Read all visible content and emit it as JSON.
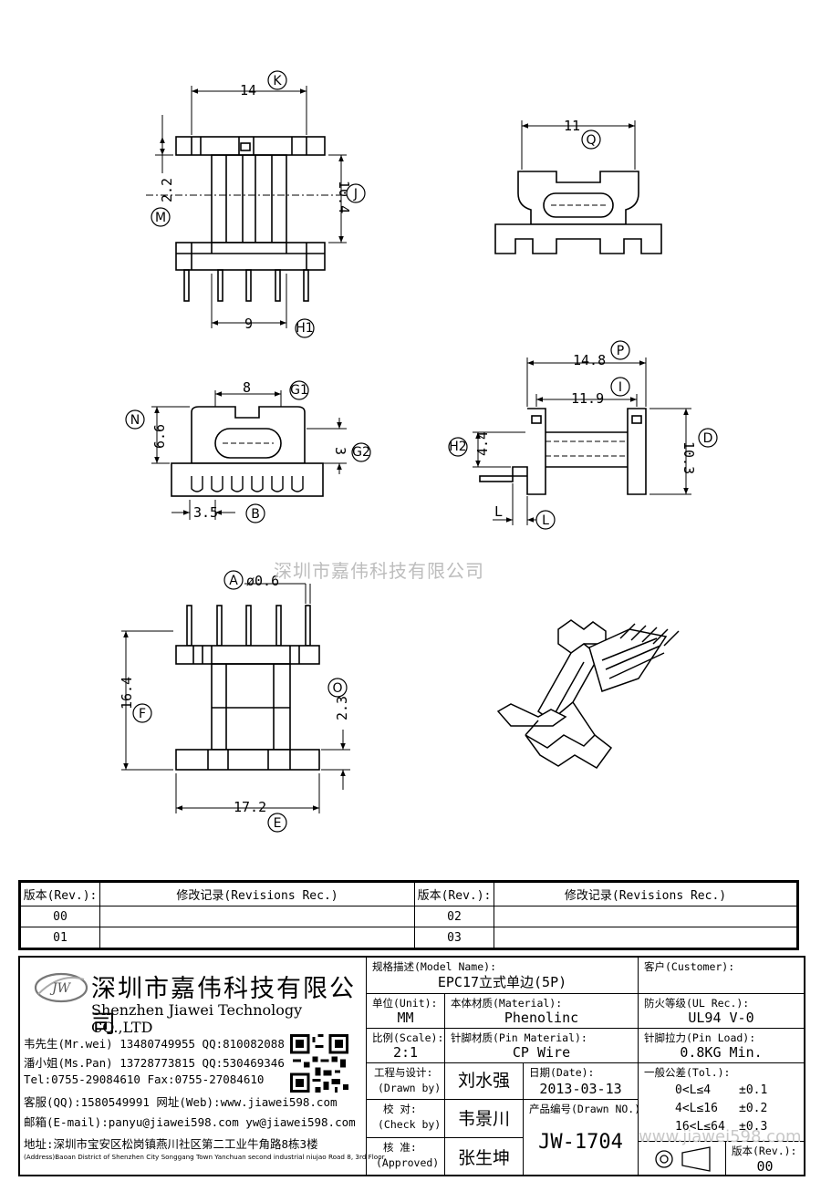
{
  "dims": {
    "k_value": "14",
    "k_label": "K",
    "j_value": "10.4",
    "j_label": "J",
    "m_value": "2.2",
    "m_label": "M",
    "h1_value": "9",
    "h1_label": "H1",
    "q_value": "11",
    "q_label": "Q",
    "g1_value": "8",
    "g1_label": "G1",
    "n_value": "6.6",
    "n_label": "N",
    "g2_value": "3",
    "g2_label": "G2",
    "b_value": "3.5",
    "b_label": "B",
    "p_value": "14.8",
    "p_label": "P",
    "i_value": "11.9",
    "i_label": "I",
    "h2_value": "4.4",
    "h2_label": "H2",
    "d_value": "10.3",
    "d_label": "D",
    "l_value": "L",
    "l_label": "L",
    "a_value": "ø0.6",
    "a_label": "A",
    "f_value": "16.4",
    "f_label": "F",
    "o_value": "2.3",
    "o_label": "O",
    "e_value": "17.2",
    "e_label": "E"
  },
  "watermark": "深圳市嘉伟科技有限公司",
  "watermark_url": "www.jiawei598.com",
  "revisions": {
    "col_rev": "版本(Rev.):",
    "col_rec": "修改记录(Revisions Rec.)",
    "rows": [
      {
        "left_rev": "00",
        "left_rec": "",
        "right_rev": "02",
        "right_rec": ""
      },
      {
        "left_rev": "01",
        "left_rec": "",
        "right_rev": "03",
        "right_rec": ""
      }
    ]
  },
  "company": {
    "logo_text": "JW",
    "name_cn": "深圳市嘉伟科技有限公司",
    "name_en": "Shenzhen Jiawei Technology CO.,LTD",
    "contacts": [
      "韦先生(Mr.wei) 13480749955 QQ:810082088",
      "潘小姐(Ms.Pan) 13728773815 QQ:530469346",
      "Tel:0755-29084610      Fax:0755-27084610",
      "客服(QQ):1580549991   网址(Web):www.jiawei598.com",
      "邮箱(E-mail):panyu@jiawei598.com  yw@jiawei598.com"
    ],
    "address_cn": "地址:深圳市宝安区松岗镇燕川社区第二工业牛角路8栋3楼",
    "address_en": "(Address)Baoan District of Shenzhen City Songgang Town Yanchuan second industrial niujao Road 8, 3rd Floor"
  },
  "title_block": {
    "model_caption": "规格描述(Model Name):",
    "model_value": "EPC17立式单边(5P)",
    "customer_caption": "客户(Customer):",
    "customer_value": "",
    "unit_caption": "单位(Unit):",
    "unit_value": "MM",
    "material_caption": "本体材质(Material):",
    "material_value": "Phenolinc",
    "ul_caption": "防火等级(UL Rec.):",
    "ul_value": "UL94 V-0",
    "scale_caption": "比例(Scale):",
    "scale_value": "2:1",
    "pin_caption": "针脚材质(Pin Material):",
    "pin_value": "CP Wire",
    "load_caption": "针脚拉力(Pin Load):",
    "load_value": "0.8KG Min.",
    "drawn_caption": "工程与设计:",
    "drawn_caption_en": "(Drawn by)",
    "drawn_value": "刘水强",
    "date_caption": "日期(Date):",
    "date_value": "2013-03-13",
    "check_caption": "校  对:",
    "check_caption_en": "(Check by)",
    "check_value": "韦景川",
    "drawno_caption": "产品编号(Drawn NO.):",
    "drawno_value": "JW-1704",
    "approved_caption": "核  准:",
    "approved_caption_en": "(Approved)",
    "approved_value": "张生坤",
    "tol_caption": "一般公差(Tol.):",
    "tol_rows": [
      {
        "range": "0<L≤4",
        "value": "±0.1"
      },
      {
        "range": "4<L≤16",
        "value": "±0.2"
      },
      {
        "range": "16<L≤64",
        "value": "±0.3"
      }
    ],
    "version_caption": "版本(Rev.):",
    "version_value": "00"
  }
}
